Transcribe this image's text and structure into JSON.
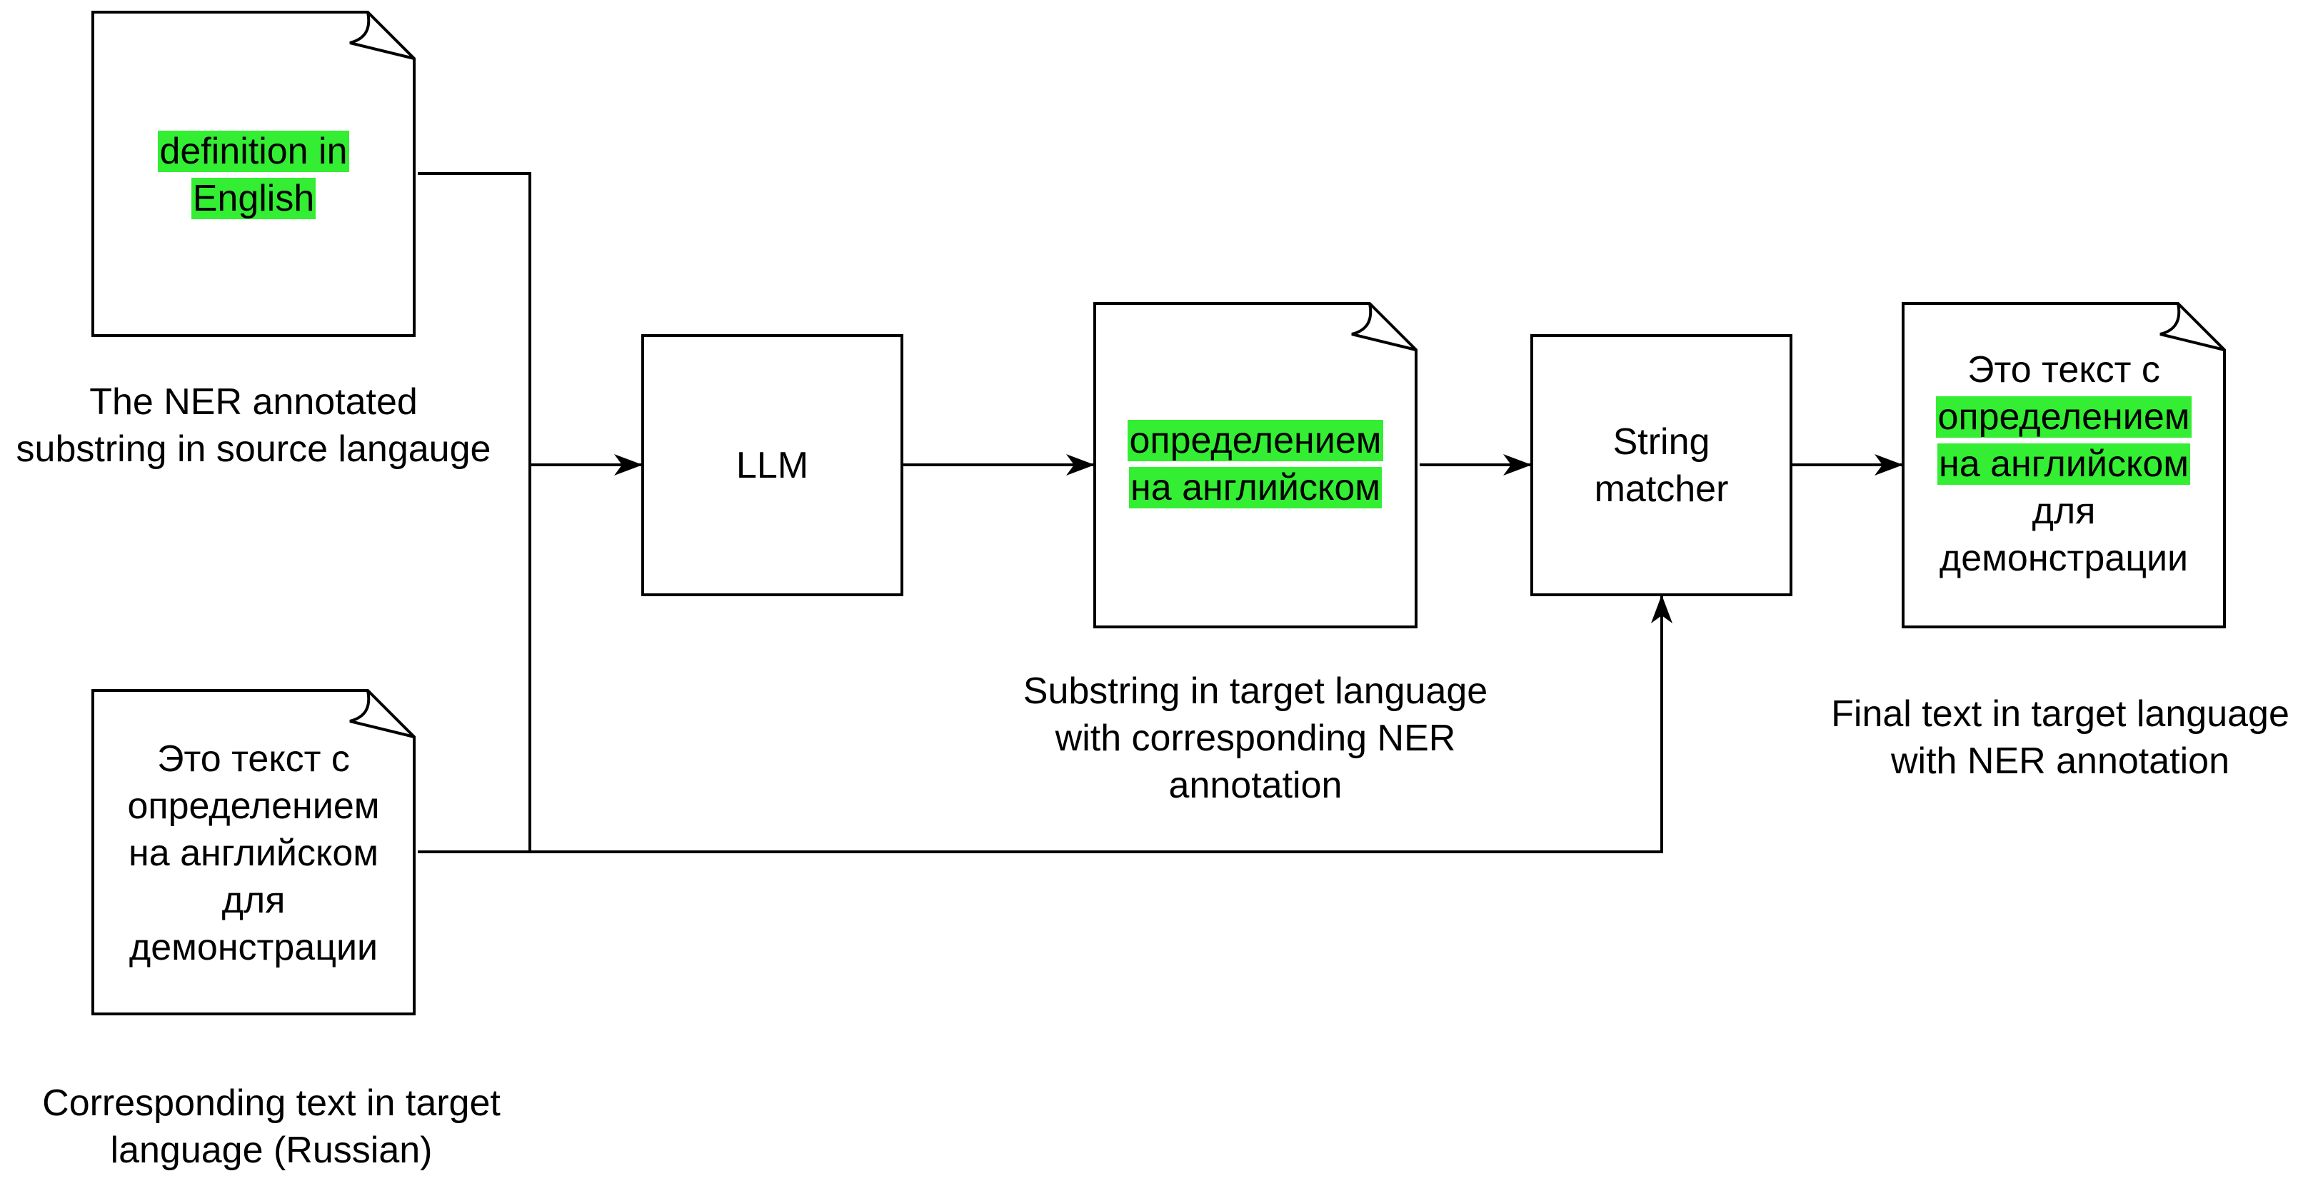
{
  "colors": {
    "highlight": "#33ee33",
    "stroke": "#000000",
    "background": "#ffffff"
  },
  "source_doc": {
    "text": [
      "definition in",
      "English"
    ],
    "highlighted": [
      true,
      true
    ],
    "caption": [
      "The NER annotated",
      "substring in source langauge"
    ]
  },
  "target_doc": {
    "text": [
      "Это текст с",
      "определением",
      "на английском",
      "для",
      "демонстрации"
    ],
    "highlighted": [
      false,
      false,
      false,
      false,
      false
    ],
    "caption": [
      "Corresponding text in target",
      "language (Russian)"
    ]
  },
  "llm_box": {
    "label": "LLM"
  },
  "substring_doc": {
    "text": [
      "определением",
      "на английском"
    ],
    "highlighted": [
      true,
      true
    ],
    "caption": [
      "Substring in target language",
      "with corresponding NER",
      "annotation"
    ]
  },
  "matcher_box": {
    "label": [
      "String",
      "matcher"
    ]
  },
  "final_doc": {
    "text": [
      "Это текст с",
      "определением",
      "на английском",
      "для",
      "демонстрации"
    ],
    "highlighted": [
      false,
      true,
      true,
      false,
      false
    ],
    "caption": [
      "Final text in target language",
      "with NER annotation"
    ]
  }
}
